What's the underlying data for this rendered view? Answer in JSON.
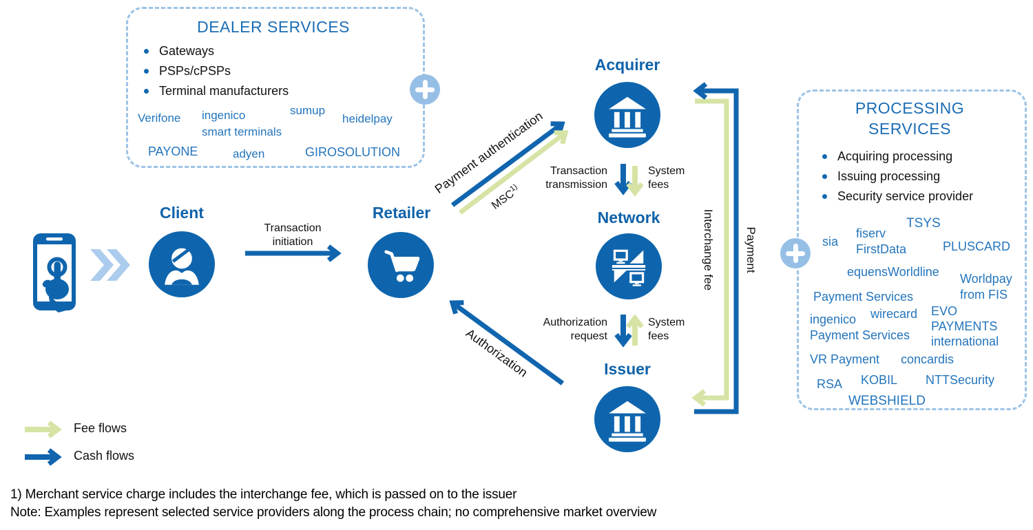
{
  "dealer_box": {
    "title": "DEALER SERVICES",
    "bullets": [
      "Gateways",
      "PSPs/cPSPs",
      "Terminal manufacturers"
    ],
    "brands": [
      "Verifone",
      "ingenico\nsmart terminals",
      "sumup",
      "heidelpay",
      "PAYONE",
      "adyen",
      "GIROSOLUTION"
    ],
    "plus_icon": "plus-icon"
  },
  "processing_box": {
    "title": "PROCESSING\nSERVICES",
    "bullets": [
      "Acquiring processing",
      "Issuing processing",
      "Security service provider"
    ],
    "brands": [
      "TSYS",
      "sia",
      "fiserv\nFirstData",
      "PLUSCARD",
      "equensWorldline",
      "Worldpay\nfrom FIS",
      "Payment Services",
      "wirecard",
      "ingenico\nPayment Services",
      "EVO\nPAYMENTS\ninternational",
      "VR Payment",
      "concardis",
      "RSA",
      "KOBIL",
      "NTTSecurity",
      "WEBSHIELD"
    ],
    "plus_icon": "plus-icon"
  },
  "nodes": {
    "client": {
      "label": "Client",
      "icon": "person-icon"
    },
    "retailer": {
      "label": "Retailer",
      "icon": "shopping-cart-icon"
    },
    "acquirer": {
      "label": "Acquirer",
      "icon": "bank-icon"
    },
    "network": {
      "label": "Network",
      "icon": "network-icon"
    },
    "issuer": {
      "label": "Issuer",
      "icon": "bank-icon"
    }
  },
  "device": {
    "icon": "smartphone-touch-icon",
    "chevrons": "double-chevron-icon"
  },
  "flows": {
    "transaction_initiation": "Transaction\ninitiation",
    "payment_authentication": "Payment authentication",
    "msc": {
      "text": "MSC",
      "sup": "1)"
    },
    "transaction_transmission": "Transaction\ntransmission",
    "system_fees_top": "System\nfees",
    "authorization_request": "Authorization\nrequest",
    "system_fees_bottom": "System\nfees",
    "authorization": "Authorization",
    "interchange_fee": "Interchange fee",
    "payment": "Payment"
  },
  "legend": {
    "fee_flows": "Fee flows",
    "cash_flows": "Cash flows"
  },
  "footnotes": [
    "1) Merchant service charge includes the interchange fee, which is passed on to the issuer",
    "Note: Examples represent selected service providers along the process chain; no comprehensive market overview"
  ],
  "colors": {
    "primary_blue": "#0f65ad",
    "title_blue": "#1b6db5",
    "brand_blue": "#2475bc",
    "light_blue": "#96bfe6",
    "border_blue": "#9cc3e6",
    "fee_green": "#d5e4a5",
    "cash_blue": "#1065ae"
  }
}
